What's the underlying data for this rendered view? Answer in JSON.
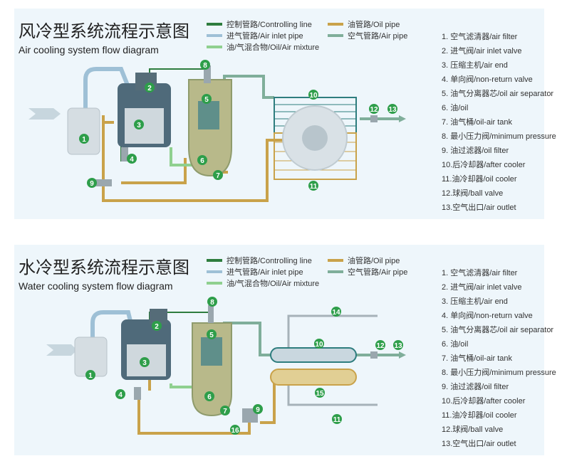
{
  "legend": {
    "control_line": "控制管路/Controlling line",
    "oil_pipe": "油管路/Oil pipe",
    "air_inlet": "进气管路/Air inlet pipe",
    "air_pipe": "空气管路/Air pipe",
    "oil_air_mix": "油/气混合物/Oil/Air mixture",
    "colors": {
      "control": "#2e7d3e",
      "oil": "#c9a24a",
      "inlet": "#9ec0d6",
      "air": "#7fae9a",
      "mix": "#8fd08f"
    }
  },
  "air_panel": {
    "title_cn": "风冷型系统流程示意图",
    "title_en": "Air cooling system flow diagram",
    "parts": [
      "1. 空气滤清器/air filter",
      "2. 进气阀/air inlet valve",
      "3. 压缩主机/air end",
      "4. 单向阀/non-return valve",
      "5. 油气分离器芯/oil air separator",
      "6. 油/oil",
      "7. 油气桶/oil-air tank",
      "8. 最小压力阀/minimum pressure",
      "9. 油过滤器/oil filter",
      "10.后冷却器/after cooler",
      "11.油冷却器/oil cooler",
      "12.球阀/ball valve",
      "13.空气出口/air outlet"
    ],
    "badges": [
      "1",
      "2",
      "3",
      "4",
      "5",
      "6",
      "7",
      "8",
      "9",
      "10",
      "11",
      "12",
      "13"
    ]
  },
  "water_panel": {
    "title_cn": "水冷型系统流程示意图",
    "title_en": "Water cooling system flow diagram",
    "parts": [
      "1. 空气滤清器/air filter",
      "2. 进气阀/air inlet valve",
      "3. 压缩主机/air end",
      "4. 单向阀/non-return valve",
      "5. 油气分离器芯/oil air separator",
      "6. 油/oil",
      "7. 油气桶/oil-air tank",
      "8. 最小压力阀/minimum pressure",
      "9. 油过滤器/oil filter",
      "10.后冷却器/after cooler",
      "11.油冷却器/oil cooler",
      "12.球阀/ball valve",
      "13.空气出口/air outlet"
    ],
    "badges": [
      "1",
      "2",
      "3",
      "4",
      "5",
      "6",
      "7",
      "8",
      "9",
      "10",
      "11",
      "12",
      "13",
      "14",
      "15",
      "16"
    ]
  }
}
